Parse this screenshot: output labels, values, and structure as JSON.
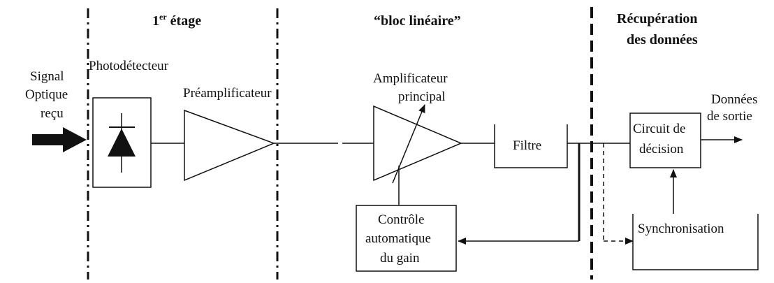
{
  "stages": {
    "stage1": "1er étage",
    "stage1_base": "1",
    "stage1_sup": "er",
    "stage1_rest": " étage",
    "linear_block": "“bloc linéaire”",
    "recovery_line1": "Récupération",
    "recovery_line2": "des données"
  },
  "input": {
    "line1": "Signal",
    "line2": "Optique",
    "line3": "reçu"
  },
  "blocks": {
    "photodetector": "Photodétecteur",
    "preamplifier": "Préamplificateur",
    "main_amp_line1": "Amplificateur",
    "main_amp_line2": "principal",
    "filter": "Filtre",
    "agc_line1": "Contrôle",
    "agc_line2": "automatique",
    "agc_line3": "du gain",
    "decision_line1": "Circuit de",
    "decision_line2": "décision",
    "sync": "Synchronisation"
  },
  "output": {
    "line1": "Données",
    "line2": "de sortie"
  }
}
